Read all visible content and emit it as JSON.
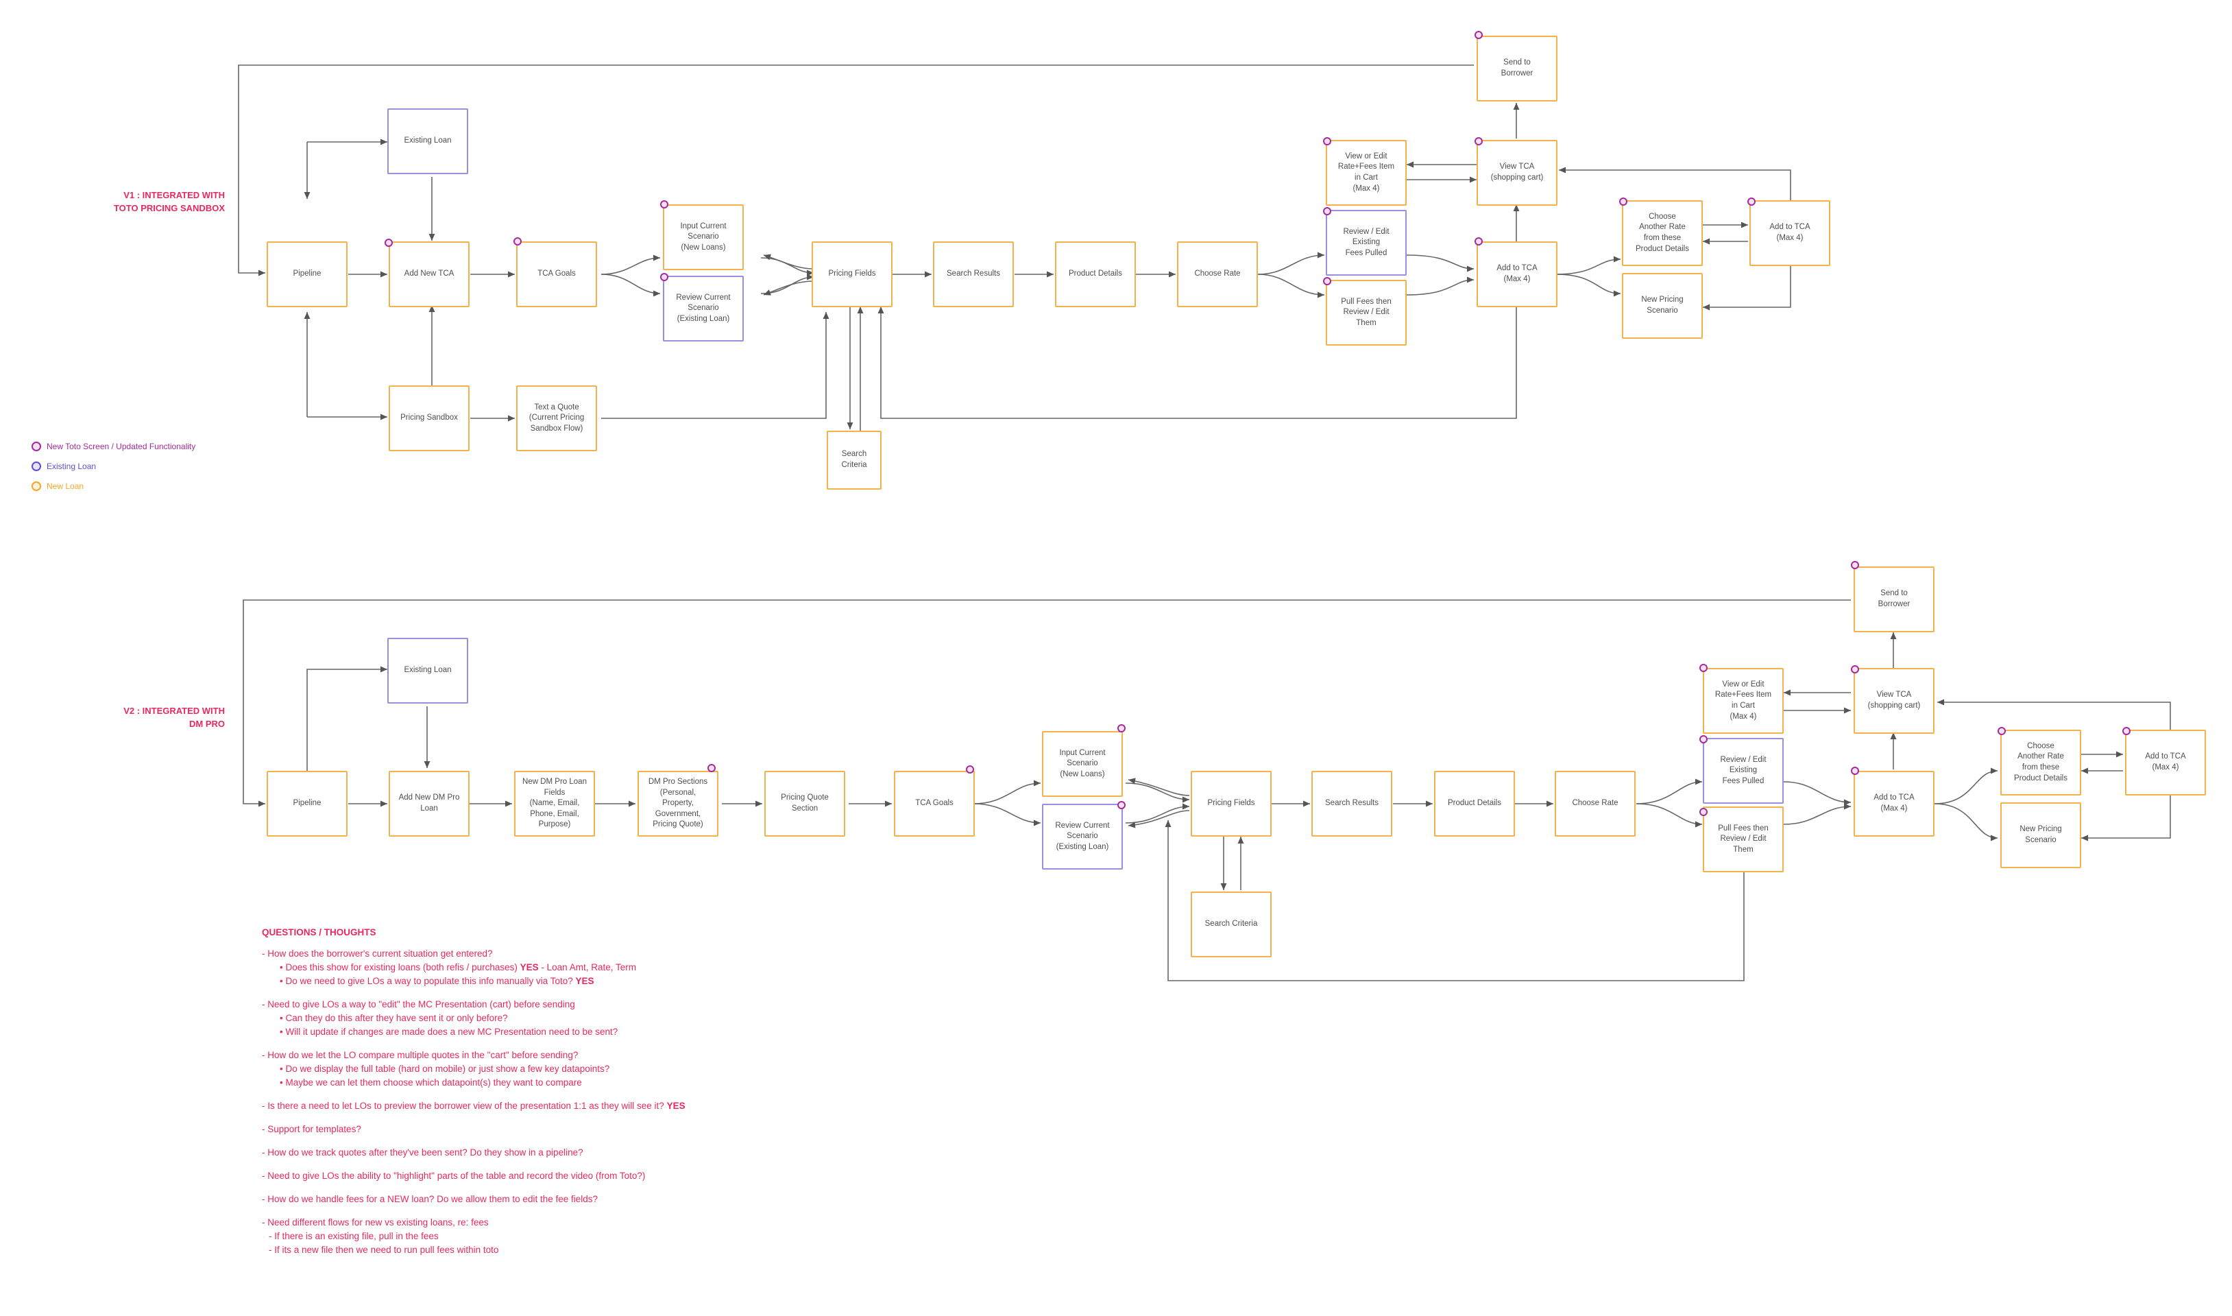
{
  "colors": {
    "new_toto": "#a52a9a",
    "existing": "#9a8ee0",
    "new_loan": "#f5b14a",
    "accent": "#e8295f",
    "line": "#555555"
  },
  "section_titles": {
    "v1": [
      "V1 : INTEGRATED WITH",
      "TOTO PRICING SANDBOX"
    ],
    "v2": [
      "V2 : INTEGRATED WITH",
      "DM PRO"
    ]
  },
  "legend": [
    {
      "label": "New Toto Screen / Updated Functionality",
      "color": "#a52a9a"
    },
    {
      "label": "Existing Loan",
      "color": "#5b4fcf"
    },
    {
      "label": "New Loan",
      "color": "#f5a623"
    }
  ],
  "v1_nodes": {
    "send_to_borrower": "Send to\nBorrower",
    "existing_loan": "Existing Loan",
    "view_edit_cart": "View or Edit\nRate+Fees Item\nin Cart\n(Max 4)",
    "view_tca": "View TCA\n(shopping cart)",
    "choose_another_rate": "Choose\nAnother Rate\nfrom these\nProduct Details",
    "add_tca_max4_right": "Add to TCA\n(Max 4)",
    "input_current_scenario": "Input Current\nScenario\n(New Loans)",
    "review_edit_fees": "Review / Edit\nExisting\nFees Pulled",
    "pipeline": "Pipeline",
    "add_new_tca": "Add New TCA",
    "tca_goals": "TCA Goals",
    "pricing_fields": "Pricing Fields",
    "search_results": "Search Results",
    "product_details": "Product Details",
    "choose_rate": "Choose Rate",
    "add_tca_max4": "Add to TCA\n(Max 4)",
    "review_current_scenario": "Review Current\nScenario\n(Existing Loan)",
    "pull_fees": "Pull Fees then\nReview / Edit\nThem",
    "new_pricing_scenario": "New Pricing\nScenario",
    "pricing_sandbox": "Pricing Sandbox",
    "text_a_quote": "Text a Quote\n(Current Pricing\nSandbox Flow)",
    "search_criteria": "Search\nCriteria"
  },
  "v2_nodes": {
    "send_to_borrower": "Send to\nBorrower",
    "existing_loan": "Existing Loan",
    "view_edit_cart": "View or Edit\nRate+Fees Item\nin Cart\n(Max 4)",
    "view_tca": "View TCA\n(shopping cart)",
    "input_current_scenario": "Input Current\nScenario\n(New Loans)",
    "review_edit_fees": "Review / Edit\nExisting\nFees Pulled",
    "choose_another_rate": "Choose\nAnother Rate\nfrom these\nProduct Details",
    "add_tca_max4_right": "Add to TCA\n(Max 4)",
    "pipeline": "Pipeline",
    "add_new_dm_pro_loan": "Add New DM Pro\nLoan",
    "new_dm_pro_loan_fields": "New DM Pro Loan\nFields\n(Name, Email,\nPhone, Email,\nPurpose)",
    "dm_pro_sections": "DM Pro Sections\n(Personal,\nProperty,\nGovernment,\nPricing Quote)",
    "pricing_quote_section": "Pricing Quote\nSection",
    "tca_goals": "TCA Goals",
    "pricing_fields": "Pricing Fields",
    "search_results": "Search Results",
    "product_details": "Product Details",
    "choose_rate": "Choose Rate",
    "add_tca_max4": "Add to TCA\n(Max 4)",
    "review_current_scenario": "Review Current\nScenario\n(Existing Loan)",
    "pull_fees": "Pull Fees then\nReview / Edit\nThem",
    "new_pricing_scenario": "New Pricing\nScenario",
    "search_criteria": "Search Criteria"
  },
  "notes": {
    "title": "QUESTIONS / THOUGHTS",
    "q1": "- How does the borrower's current situation get entered?",
    "q1_s1_a": "Does this show for existing loans (both refis / purchases) ",
    "q1_s1_b": "YES",
    "q1_s1_c": " - Loan Amt, Rate, Term",
    "q1_s2_a": "Do we need to give LOs a way to populate this info manually via Toto? ",
    "q1_s2_b": "YES",
    "q2": "- Need to give LOs a way to \"edit\" the MC Presentation (cart) before sending",
    "q2_s1": "Can they do this after they have sent it or only before?",
    "q2_s2": "Will it update if changes are made does a new MC Presentation need to be sent?",
    "q3": "- How do we let the LO compare multiple quotes in the \"cart\" before sending?",
    "q3_s1": "Do we display the full table (hard on mobile) or just show a few key datapoints?",
    "q3_s2": "Maybe we can let them choose which datapoint(s) they want to compare",
    "q4_a": "- Is there a need to let LOs to preview the borrower view of the presentation 1:1 as they will see it? ",
    "q4_b": "YES",
    "q5": "- Support for templates?",
    "q6": "- How do we track quotes after they've been sent? Do they show in a pipeline?",
    "q7": "- Need to give LOs the ability to \"highlight\" parts of the table and record the video (from Toto?)",
    "q8": "- How do we handle fees for a NEW loan? Do we allow them to edit the fee fields?",
    "q9": "- Need different flows for new vs existing loans, re: fees",
    "q9_s1": "If there is an existing file, pull in the fees",
    "q9_s2": "If its a new file then we need to run pull fees within toto"
  }
}
